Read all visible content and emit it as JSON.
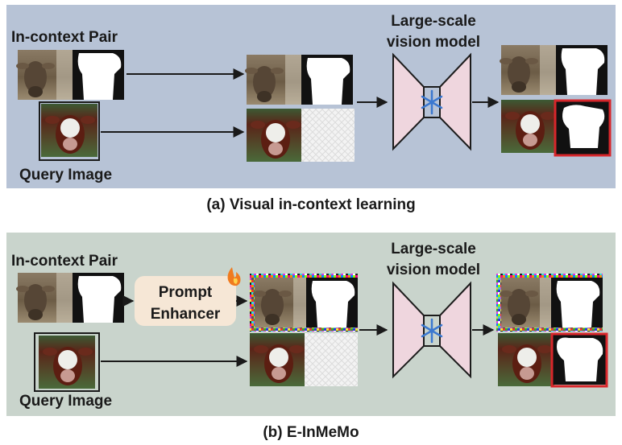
{
  "panel_a": {
    "label_in_context": "In-context Pair",
    "label_query": "Query Image",
    "label_model": [
      "Large-scale",
      "vision model"
    ],
    "caption": "(a) Visual in-context learning",
    "background": "#b7c3d6"
  },
  "panel_b": {
    "label_in_context": "In-context Pair",
    "label_query": "Query Image",
    "label_model": [
      "Large-scale",
      "vision model"
    ],
    "enhancer_label": [
      "Prompt",
      "Enhancer"
    ],
    "caption": "(b) E-InMeMo",
    "background": "#c9d4cc"
  },
  "colors": {
    "model_fill": "#efd6de",
    "model_stroke": "#1c1c1c",
    "snowflake": "#3b78d0",
    "highlight": "#d7262b",
    "enhancer_fill": "#f6e7d6",
    "flame": "#f07b1f"
  },
  "icons": [
    "snowflake-icon",
    "flame-icon",
    "arrow-icon"
  ]
}
